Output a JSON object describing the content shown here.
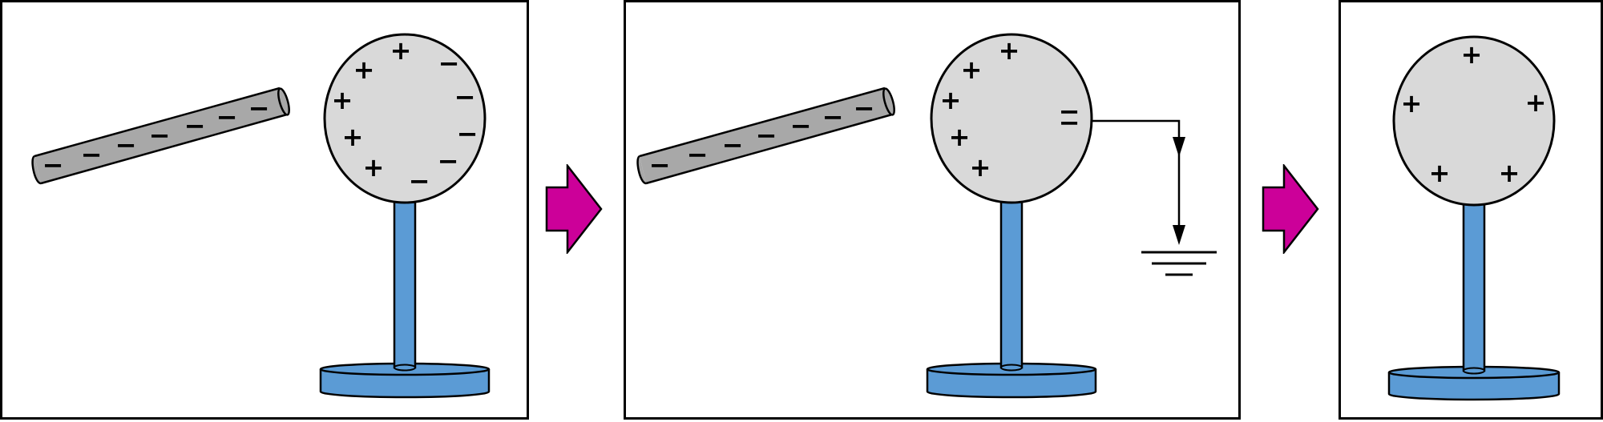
{
  "colors": {
    "rod_fill": "#a8a8a8",
    "rod_stroke": "#000000",
    "sphere_fill": "#d9d9d9",
    "stand_fill": "#5b9bd5",
    "arrow_fill": "#cc0099",
    "frame": "#000000"
  },
  "symbols": {
    "positive": "+",
    "negative": "−",
    "ground": "ground-icon"
  },
  "panels": [
    {
      "name": "charged-rod-near-sphere",
      "rod": true,
      "ground_wire": false
    },
    {
      "name": "sphere-grounded-with-rod",
      "rod": true,
      "ground_wire": true
    },
    {
      "name": "sphere-left-positively-charged",
      "rod": false,
      "ground_wire": false
    }
  ]
}
